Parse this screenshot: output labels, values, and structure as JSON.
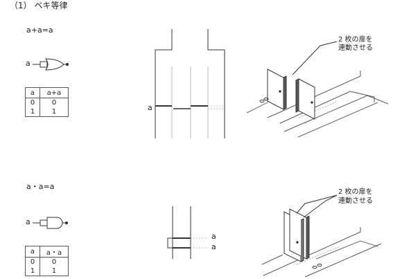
{
  "title": "（1） ベキ等律",
  "section_or": {
    "equation": "a+a=a",
    "gate_input": "a",
    "table": {
      "headers": [
        "a",
        "a+a"
      ],
      "rows": [
        [
          "0",
          "0"
        ],
        [
          "1",
          "1"
        ]
      ]
    },
    "wire_label": "a",
    "callout": [
      "2 枚の扉を",
      "連動させる"
    ]
  },
  "section_and": {
    "equation": "a・a=a",
    "gate_input": "a",
    "table": {
      "headers": [
        "a",
        "a・a"
      ],
      "rows": [
        [
          "0",
          "0"
        ],
        [
          "1",
          "1"
        ]
      ]
    },
    "wire_labels": [
      "a",
      "a"
    ],
    "callout": [
      "2 枚の扉を",
      "連動させる"
    ]
  }
}
